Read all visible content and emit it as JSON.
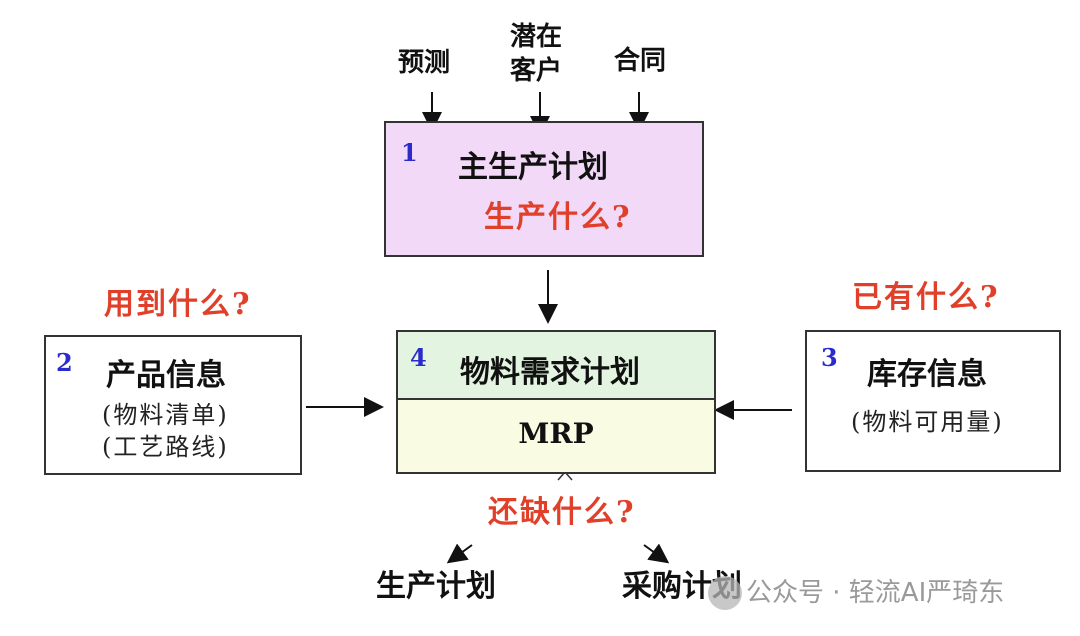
{
  "inputs": {
    "forecast": "预测",
    "potential_customer_line1": "潜在",
    "potential_customer_line2": "客户",
    "contract": "合同"
  },
  "mps": {
    "number": "1",
    "title": "主生产计划",
    "question": "生产什么?"
  },
  "product": {
    "question": "用到什么?",
    "number": "2",
    "title": "产品信息",
    "line1": "(物料清单)",
    "line2": "(工艺路线)"
  },
  "inventory": {
    "question": "已有什么?",
    "number": "3",
    "title": "库存信息",
    "line1": "(物料可用量)"
  },
  "mrp": {
    "number": "4",
    "title": "物料需求计划",
    "label": "MRP"
  },
  "outputs": {
    "question": "还缺什么?",
    "production_plan": "生产计划",
    "purchase_plan": "采购计划"
  },
  "watermark": {
    "text": "公众号 · 轻流AI严琦东"
  },
  "colors": {
    "mps_fill": "#f1d9f7",
    "mrp_top_fill": "#e3f5e1",
    "mrp_bottom_fill": "#fafbe3",
    "question_red": "#e0402a",
    "number_blue": "#2b2bcc"
  }
}
